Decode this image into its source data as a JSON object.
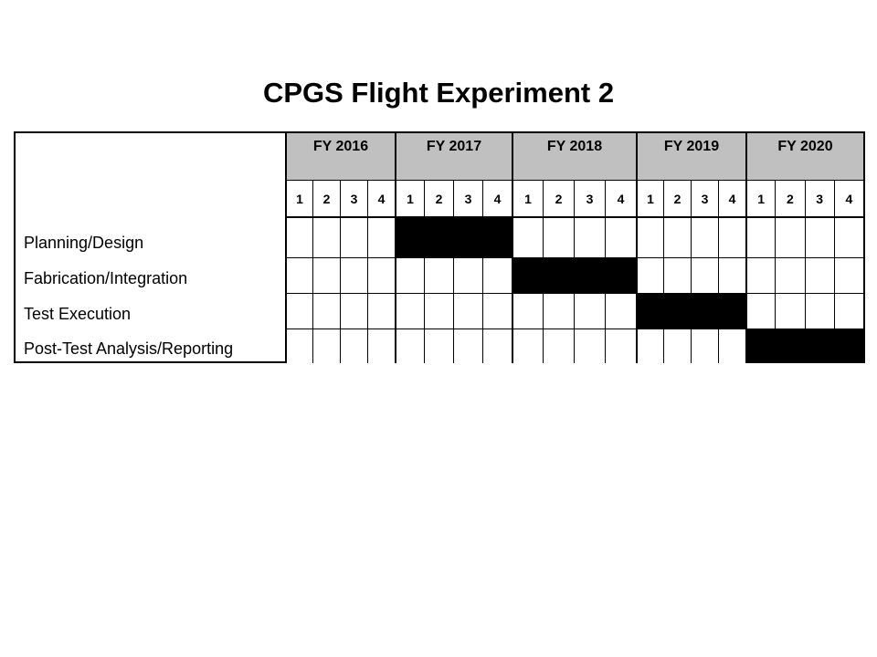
{
  "title": "CPGS Flight Experiment 2",
  "chart_data": {
    "type": "table",
    "years": [
      "FY 2016",
      "FY 2017",
      "FY 2018",
      "FY 2019",
      "FY 2020"
    ],
    "quarters": [
      "1",
      "2",
      "3",
      "4"
    ],
    "tasks": [
      {
        "name": "Planning/Design",
        "active_year": "FY 2017",
        "active_quarters": [
          1,
          2,
          3,
          4
        ]
      },
      {
        "name": "Fabrication/Integration",
        "active_year": "FY 2018",
        "active_quarters": [
          1,
          2,
          3,
          4
        ]
      },
      {
        "name": "Test Execution",
        "active_year": "FY 2019",
        "active_quarters": [
          1,
          2,
          3,
          4
        ]
      },
      {
        "name": "Post-Test Analysis/Reporting",
        "active_year": "FY 2020",
        "active_quarters": [
          1,
          2,
          3,
          4
        ]
      }
    ],
    "colors": {
      "header_fill": "#c0c0c0",
      "bar_fill": "#000000",
      "background": "#ffffff"
    }
  }
}
